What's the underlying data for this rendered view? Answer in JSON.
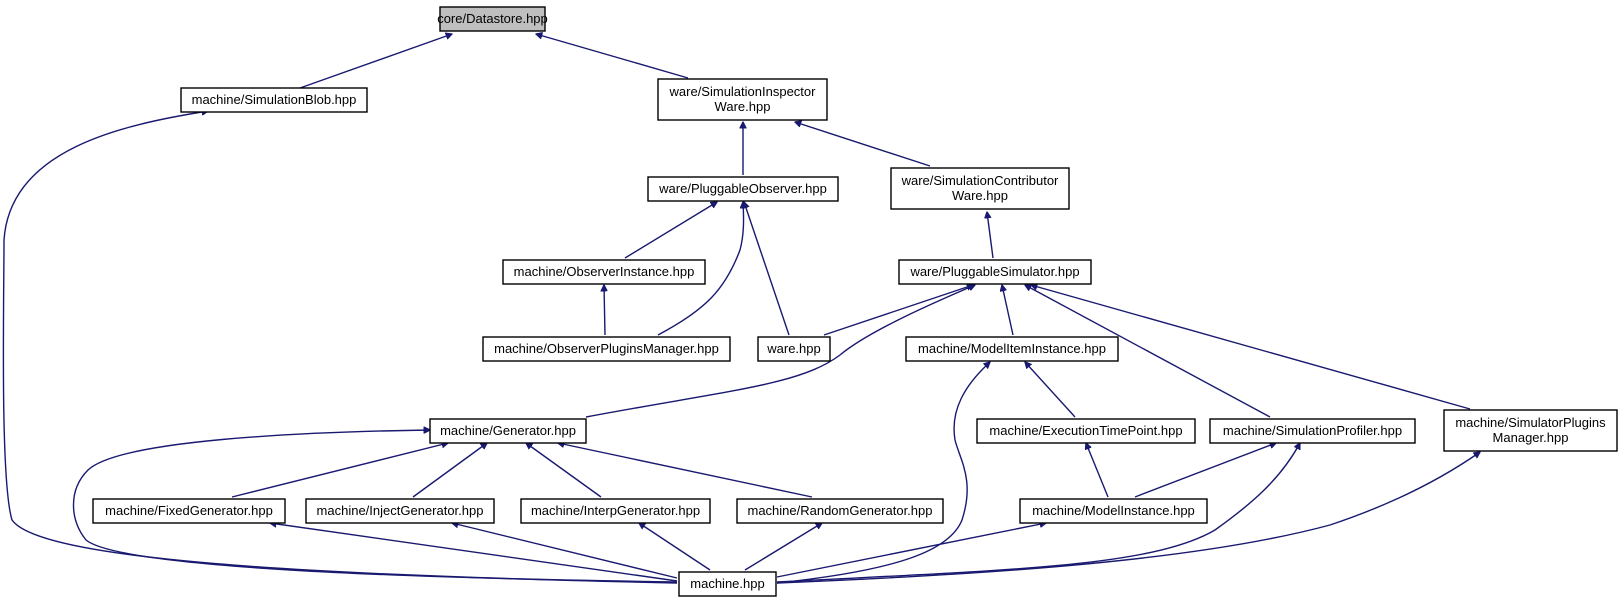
{
  "graph": {
    "root": "core_datastore",
    "edge_color": "#191970",
    "root_fill": "#bfbfbf",
    "node_fill": "#ffffff",
    "nodes": {
      "core_datastore": {
        "label": [
          "core/Datastore.hpp"
        ]
      },
      "machine_simulationblob": {
        "label": [
          "machine/SimulationBlob.hpp"
        ]
      },
      "ware_simulationinspector": {
        "label": [
          "ware/SimulationInspector",
          "Ware.hpp"
        ]
      },
      "ware_pluggableobserver": {
        "label": [
          "ware/PluggableObserver.hpp"
        ]
      },
      "ware_simulationcontributor": {
        "label": [
          "ware/SimulationContributor",
          "Ware.hpp"
        ]
      },
      "machine_observerinstance": {
        "label": [
          "machine/ObserverInstance.hpp"
        ]
      },
      "ware_pluggablesimulator": {
        "label": [
          "ware/PluggableSimulator.hpp"
        ]
      },
      "machine_observerplugins": {
        "label": [
          "machine/ObserverPluginsManager.hpp"
        ]
      },
      "ware_hpp": {
        "label": [
          "ware.hpp"
        ]
      },
      "machine_modeliteminstance": {
        "label": [
          "machine/ModelItemInstance.hpp"
        ]
      },
      "machine_generator": {
        "label": [
          "machine/Generator.hpp"
        ]
      },
      "machine_executiontime": {
        "label": [
          "machine/ExecutionTimePoint.hpp"
        ]
      },
      "machine_simprofiler": {
        "label": [
          "machine/SimulationProfiler.hpp"
        ]
      },
      "machine_simulatorplugins": {
        "label": [
          "machine/SimulatorPlugins",
          "Manager.hpp"
        ]
      },
      "machine_fixedgen": {
        "label": [
          "machine/FixedGenerator.hpp"
        ]
      },
      "machine_injectgen": {
        "label": [
          "machine/InjectGenerator.hpp"
        ]
      },
      "machine_interpgen": {
        "label": [
          "machine/InterpGenerator.hpp"
        ]
      },
      "machine_randomgen": {
        "label": [
          "machine/RandomGenerator.hpp"
        ]
      },
      "machine_modelinstance": {
        "label": [
          "machine/ModelInstance.hpp"
        ]
      },
      "machine_hpp": {
        "label": [
          "machine.hpp"
        ]
      }
    },
    "edges": [
      {
        "from": "machine_simulationblob",
        "to": "core_datastore"
      },
      {
        "from": "ware_simulationinspector",
        "to": "core_datastore"
      },
      {
        "from": "machine_hpp",
        "to": "machine_simulationblob"
      },
      {
        "from": "ware_pluggableobserver",
        "to": "ware_simulationinspector"
      },
      {
        "from": "ware_simulationcontributor",
        "to": "ware_simulationinspector"
      },
      {
        "from": "machine_observerinstance",
        "to": "ware_pluggableobserver"
      },
      {
        "from": "machine_observerplugins",
        "to": "ware_pluggableobserver"
      },
      {
        "from": "ware_hpp",
        "to": "ware_pluggableobserver"
      },
      {
        "from": "ware_pluggablesimulator",
        "to": "ware_simulationcontributor"
      },
      {
        "from": "machine_observerplugins",
        "to": "machine_observerinstance"
      },
      {
        "from": "ware_hpp",
        "to": "ware_pluggablesimulator"
      },
      {
        "from": "machine_modeliteminstance",
        "to": "ware_pluggablesimulator"
      },
      {
        "from": "machine_generator",
        "to": "ware_pluggablesimulator"
      },
      {
        "from": "machine_simprofiler",
        "to": "ware_pluggablesimulator"
      },
      {
        "from": "machine_simulatorplugins",
        "to": "ware_pluggablesimulator"
      },
      {
        "from": "machine_executiontime",
        "to": "machine_modeliteminstance"
      },
      {
        "from": "machine_hpp",
        "to": "machine_modeliteminstance"
      },
      {
        "from": "machine_fixedgen",
        "to": "machine_generator"
      },
      {
        "from": "machine_injectgen",
        "to": "machine_generator"
      },
      {
        "from": "machine_interpgen",
        "to": "machine_generator"
      },
      {
        "from": "machine_randomgen",
        "to": "machine_generator"
      },
      {
        "from": "machine_hpp",
        "to": "machine_generator"
      },
      {
        "from": "machine_modelinstance",
        "to": "machine_executiontime"
      },
      {
        "from": "machine_modelinstance",
        "to": "machine_simprofiler"
      },
      {
        "from": "machine_hpp",
        "to": "machine_simprofiler"
      },
      {
        "from": "machine_hpp",
        "to": "machine_simulatorplugins"
      },
      {
        "from": "machine_hpp",
        "to": "machine_fixedgen"
      },
      {
        "from": "machine_hpp",
        "to": "machine_injectgen"
      },
      {
        "from": "machine_hpp",
        "to": "machine_interpgen"
      },
      {
        "from": "machine_hpp",
        "to": "machine_randomgen"
      },
      {
        "from": "machine_hpp",
        "to": "machine_modelinstance"
      }
    ]
  }
}
